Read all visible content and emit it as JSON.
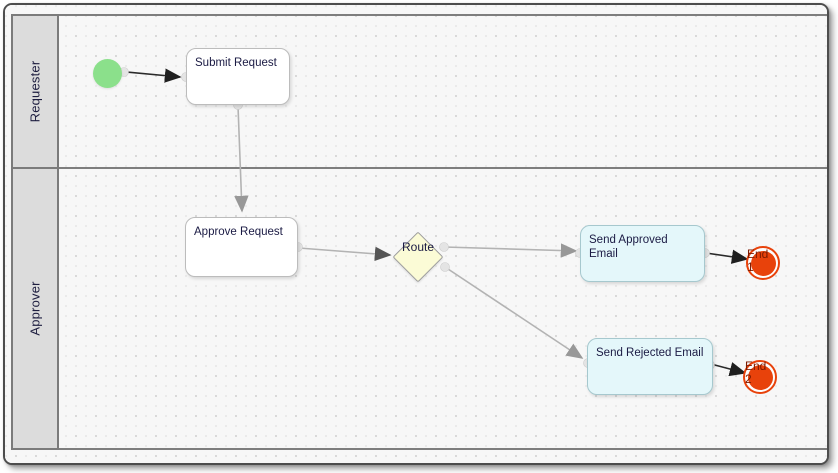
{
  "diagram": {
    "type": "bpmn-swimlane-flowchart",
    "lanes": [
      {
        "label": "Requester"
      },
      {
        "label": "Approver"
      }
    ],
    "nodes": {
      "start": {
        "kind": "start-event",
        "lane": "Requester"
      },
      "submit_request": {
        "kind": "task",
        "label": "Submit Request",
        "lane": "Requester"
      },
      "approve_request": {
        "kind": "task",
        "label": "Approve Request",
        "lane": "Approver"
      },
      "route": {
        "kind": "gateway",
        "label": "Route",
        "lane": "Approver"
      },
      "send_approved_email": {
        "kind": "task",
        "label": "Send Approved Email",
        "lane": "Approver"
      },
      "send_rejected_email": {
        "kind": "task",
        "label": "Send Rejected Email",
        "lane": "Approver"
      },
      "end_1": {
        "kind": "end-event",
        "label": "End 1",
        "lane": "Approver"
      },
      "end_2": {
        "kind": "end-event",
        "label": "End 2",
        "lane": "Approver"
      }
    },
    "edges": [
      {
        "from": "start",
        "to": "submit_request"
      },
      {
        "from": "submit_request",
        "to": "approve_request"
      },
      {
        "from": "approve_request",
        "to": "route"
      },
      {
        "from": "route",
        "to": "send_approved_email"
      },
      {
        "from": "route",
        "to": "send_rejected_email"
      },
      {
        "from": "send_approved_email",
        "to": "end_1"
      },
      {
        "from": "send_rejected_email",
        "to": "end_2"
      }
    ],
    "colors": {
      "start_event_fill": "#8be08b",
      "end_event_fill": "#e8420b",
      "end_label_text": "#7c1a00",
      "gateway_fill": "#fbfbd6",
      "task_fill": "#ffffff",
      "email_task_fill": "#e4f7fa",
      "lane_header_fill": "#dcdcdc",
      "canvas_fill": "#f7f7f7"
    }
  }
}
